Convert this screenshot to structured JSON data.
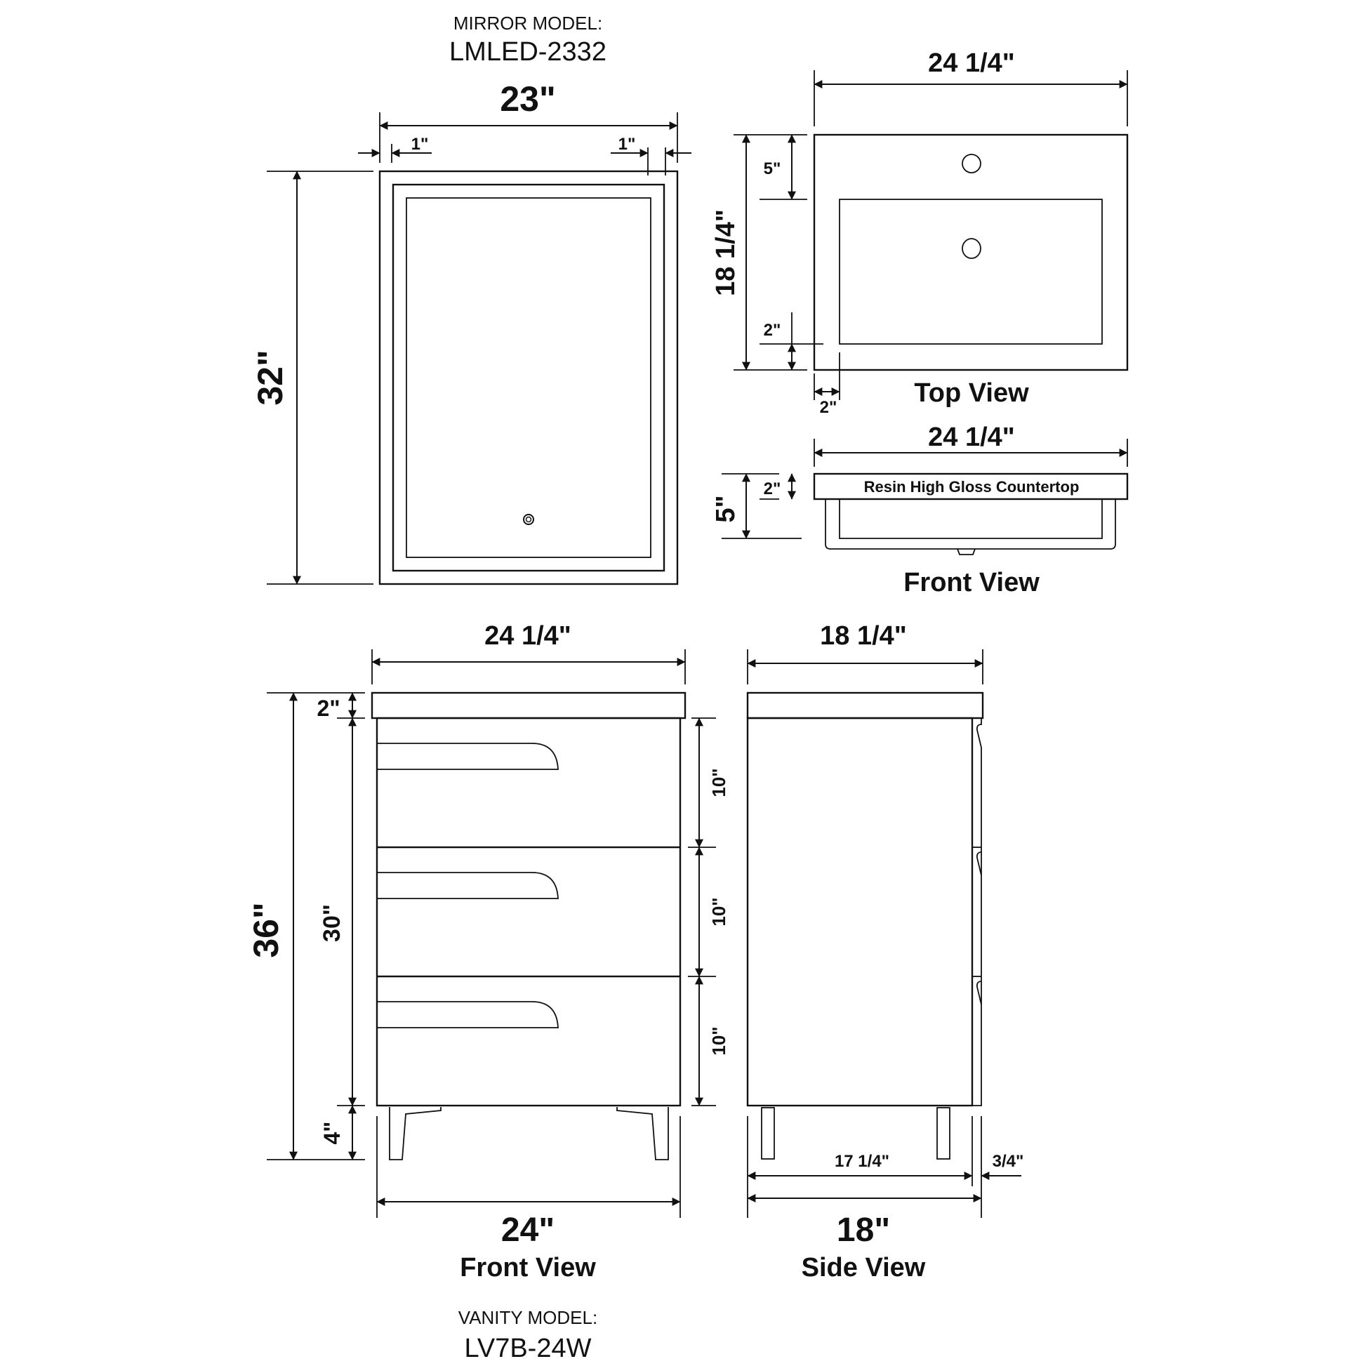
{
  "mirror": {
    "model_label": "MIRROR MODEL:",
    "model_number": "LMLED-2332",
    "width": "23\"",
    "height": "32\"",
    "left_border": "1\"",
    "right_border": "1\"",
    "icon": "power-touch-icon"
  },
  "top_view": {
    "title": "Top View",
    "width": "24 1/4\"",
    "depth": "18 1/4\"",
    "faucet_offset": "5\"",
    "front_margin": "2\"",
    "side_margin": "2\""
  },
  "countertop_front_view": {
    "title": "Front View",
    "width": "24 1/4\"",
    "total_height": "5\"",
    "top_thickness": "2\"",
    "material_label": "Resin High Gloss Countertop"
  },
  "vanity_front_view": {
    "title": "Front View",
    "top_width": "24 1/4\"",
    "base_width": "24\"",
    "total_height": "36\"",
    "countertop_height": "2\"",
    "cabinet_height": "30\"",
    "leg_height": "4\"",
    "drawer_heights": [
      "10\"",
      "10\"",
      "10\""
    ]
  },
  "vanity_side_view": {
    "title": "Side View",
    "top_depth": "18 1/4\"",
    "base_depth": "18\"",
    "body_depth": "17 1/4\"",
    "front_thickness": "3/4\""
  },
  "vanity": {
    "model_label": "VANITY MODEL:",
    "model_number": "LV7B-24W"
  },
  "colors": {
    "line": "#111111",
    "background": "#ffffff"
  }
}
